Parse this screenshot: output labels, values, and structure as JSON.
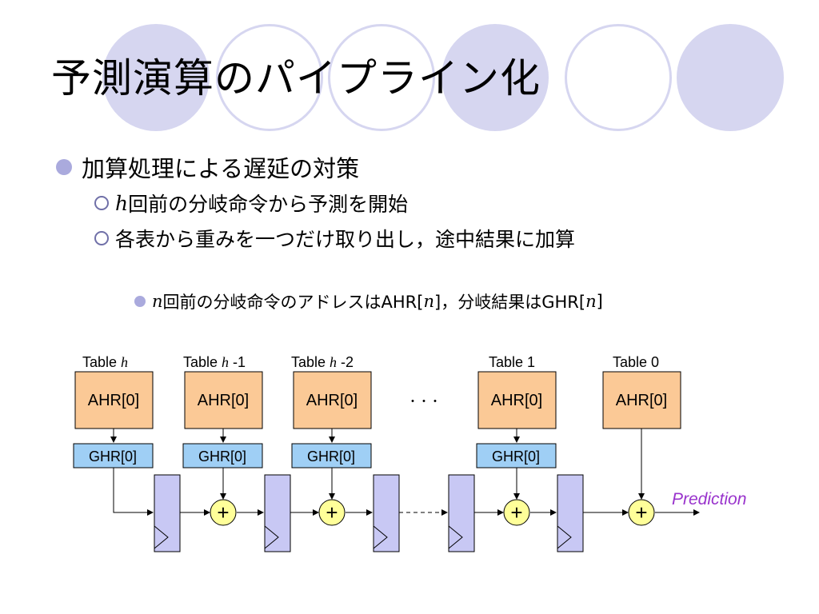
{
  "title": "予測演算のパイプライン化",
  "bullets": {
    "main": "加算処理による遅延の対策",
    "sub1_var": "h",
    "sub1_text": " 回前の分岐命令から予測を開始",
    "sub2": "各表から重みを一つだけ取り出し，途中結果に加算",
    "note_var": "n",
    "note_part1": " 回前の分岐命令のアドレスはAHR[",
    "note_var2": "n",
    "note_part2": "]，分岐結果はGHR[",
    "note_var3": "n",
    "note_part3": "]"
  },
  "diagram": {
    "ellipsis": "・・・",
    "prediction_label": "Prediction",
    "plus_symbol": "+",
    "tables": [
      {
        "label_prefix": "Table ",
        "label_var": "h",
        "label_suffix": "",
        "ahr": "AHR[0]",
        "ghr": "GHR[0]"
      },
      {
        "label_prefix": "Table ",
        "label_var": "h",
        "label_suffix": " -1",
        "ahr": "AHR[0]",
        "ghr": "GHR[0]"
      },
      {
        "label_prefix": "Table ",
        "label_var": "h",
        "label_suffix": " -2",
        "ahr": "AHR[0]",
        "ghr": "GHR[0]"
      },
      {
        "label_prefix": "Table 1",
        "label_var": "",
        "label_suffix": "",
        "ahr": "AHR[0]",
        "ghr": "GHR[0]"
      },
      {
        "label_prefix": "Table 0",
        "label_var": "",
        "label_suffix": "",
        "ahr": "AHR[0]",
        "ghr": ""
      }
    ],
    "colors": {
      "ahr_fill": "#fbc996",
      "ghr_fill": "#9fcff5",
      "register_fill": "#c8c8f4",
      "adder_fill": "#ffff99",
      "prediction": "#9933cc"
    }
  }
}
